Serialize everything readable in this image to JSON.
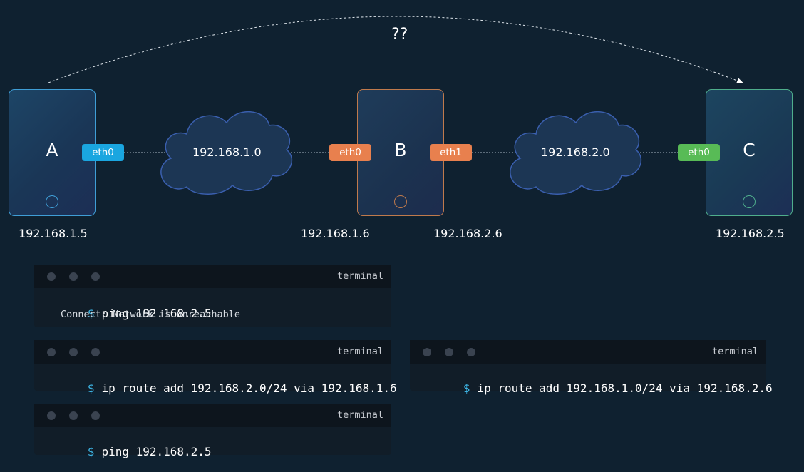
{
  "diagram": {
    "question_label": "??",
    "devices": [
      {
        "letter": "A",
        "ip": "192.168.1.5"
      },
      {
        "letter": "B",
        "ip_left": "192.168.1.6",
        "ip_right": "192.168.2.6"
      },
      {
        "letter": "C",
        "ip": "192.168.2.5"
      }
    ],
    "ports": {
      "a_eth0": "eth0",
      "b_eth0": "eth0",
      "b_eth1": "eth1",
      "c_eth0": "eth0"
    },
    "networks": [
      "192.168.1.0",
      "192.168.2.0"
    ],
    "colors": {
      "background": "#0f2130",
      "port_a": "#1aa6e0",
      "port_b": "#e8804e",
      "port_c": "#58bb56"
    }
  },
  "terminals": [
    {
      "title": "terminal",
      "prompt": "$",
      "command": "ping 192.168.2.5",
      "output": "Connect: Network is unreachable"
    },
    {
      "title": "terminal",
      "prompt": "$",
      "command": "ip route add 192.168.2.0/24 via 192.168.1.6"
    },
    {
      "title": "terminal",
      "prompt": "$",
      "command": "ip route add 192.168.1.0/24 via 192.168.2.6"
    },
    {
      "title": "terminal",
      "prompt": "$",
      "command": "ping 192.168.2.5"
    }
  ]
}
